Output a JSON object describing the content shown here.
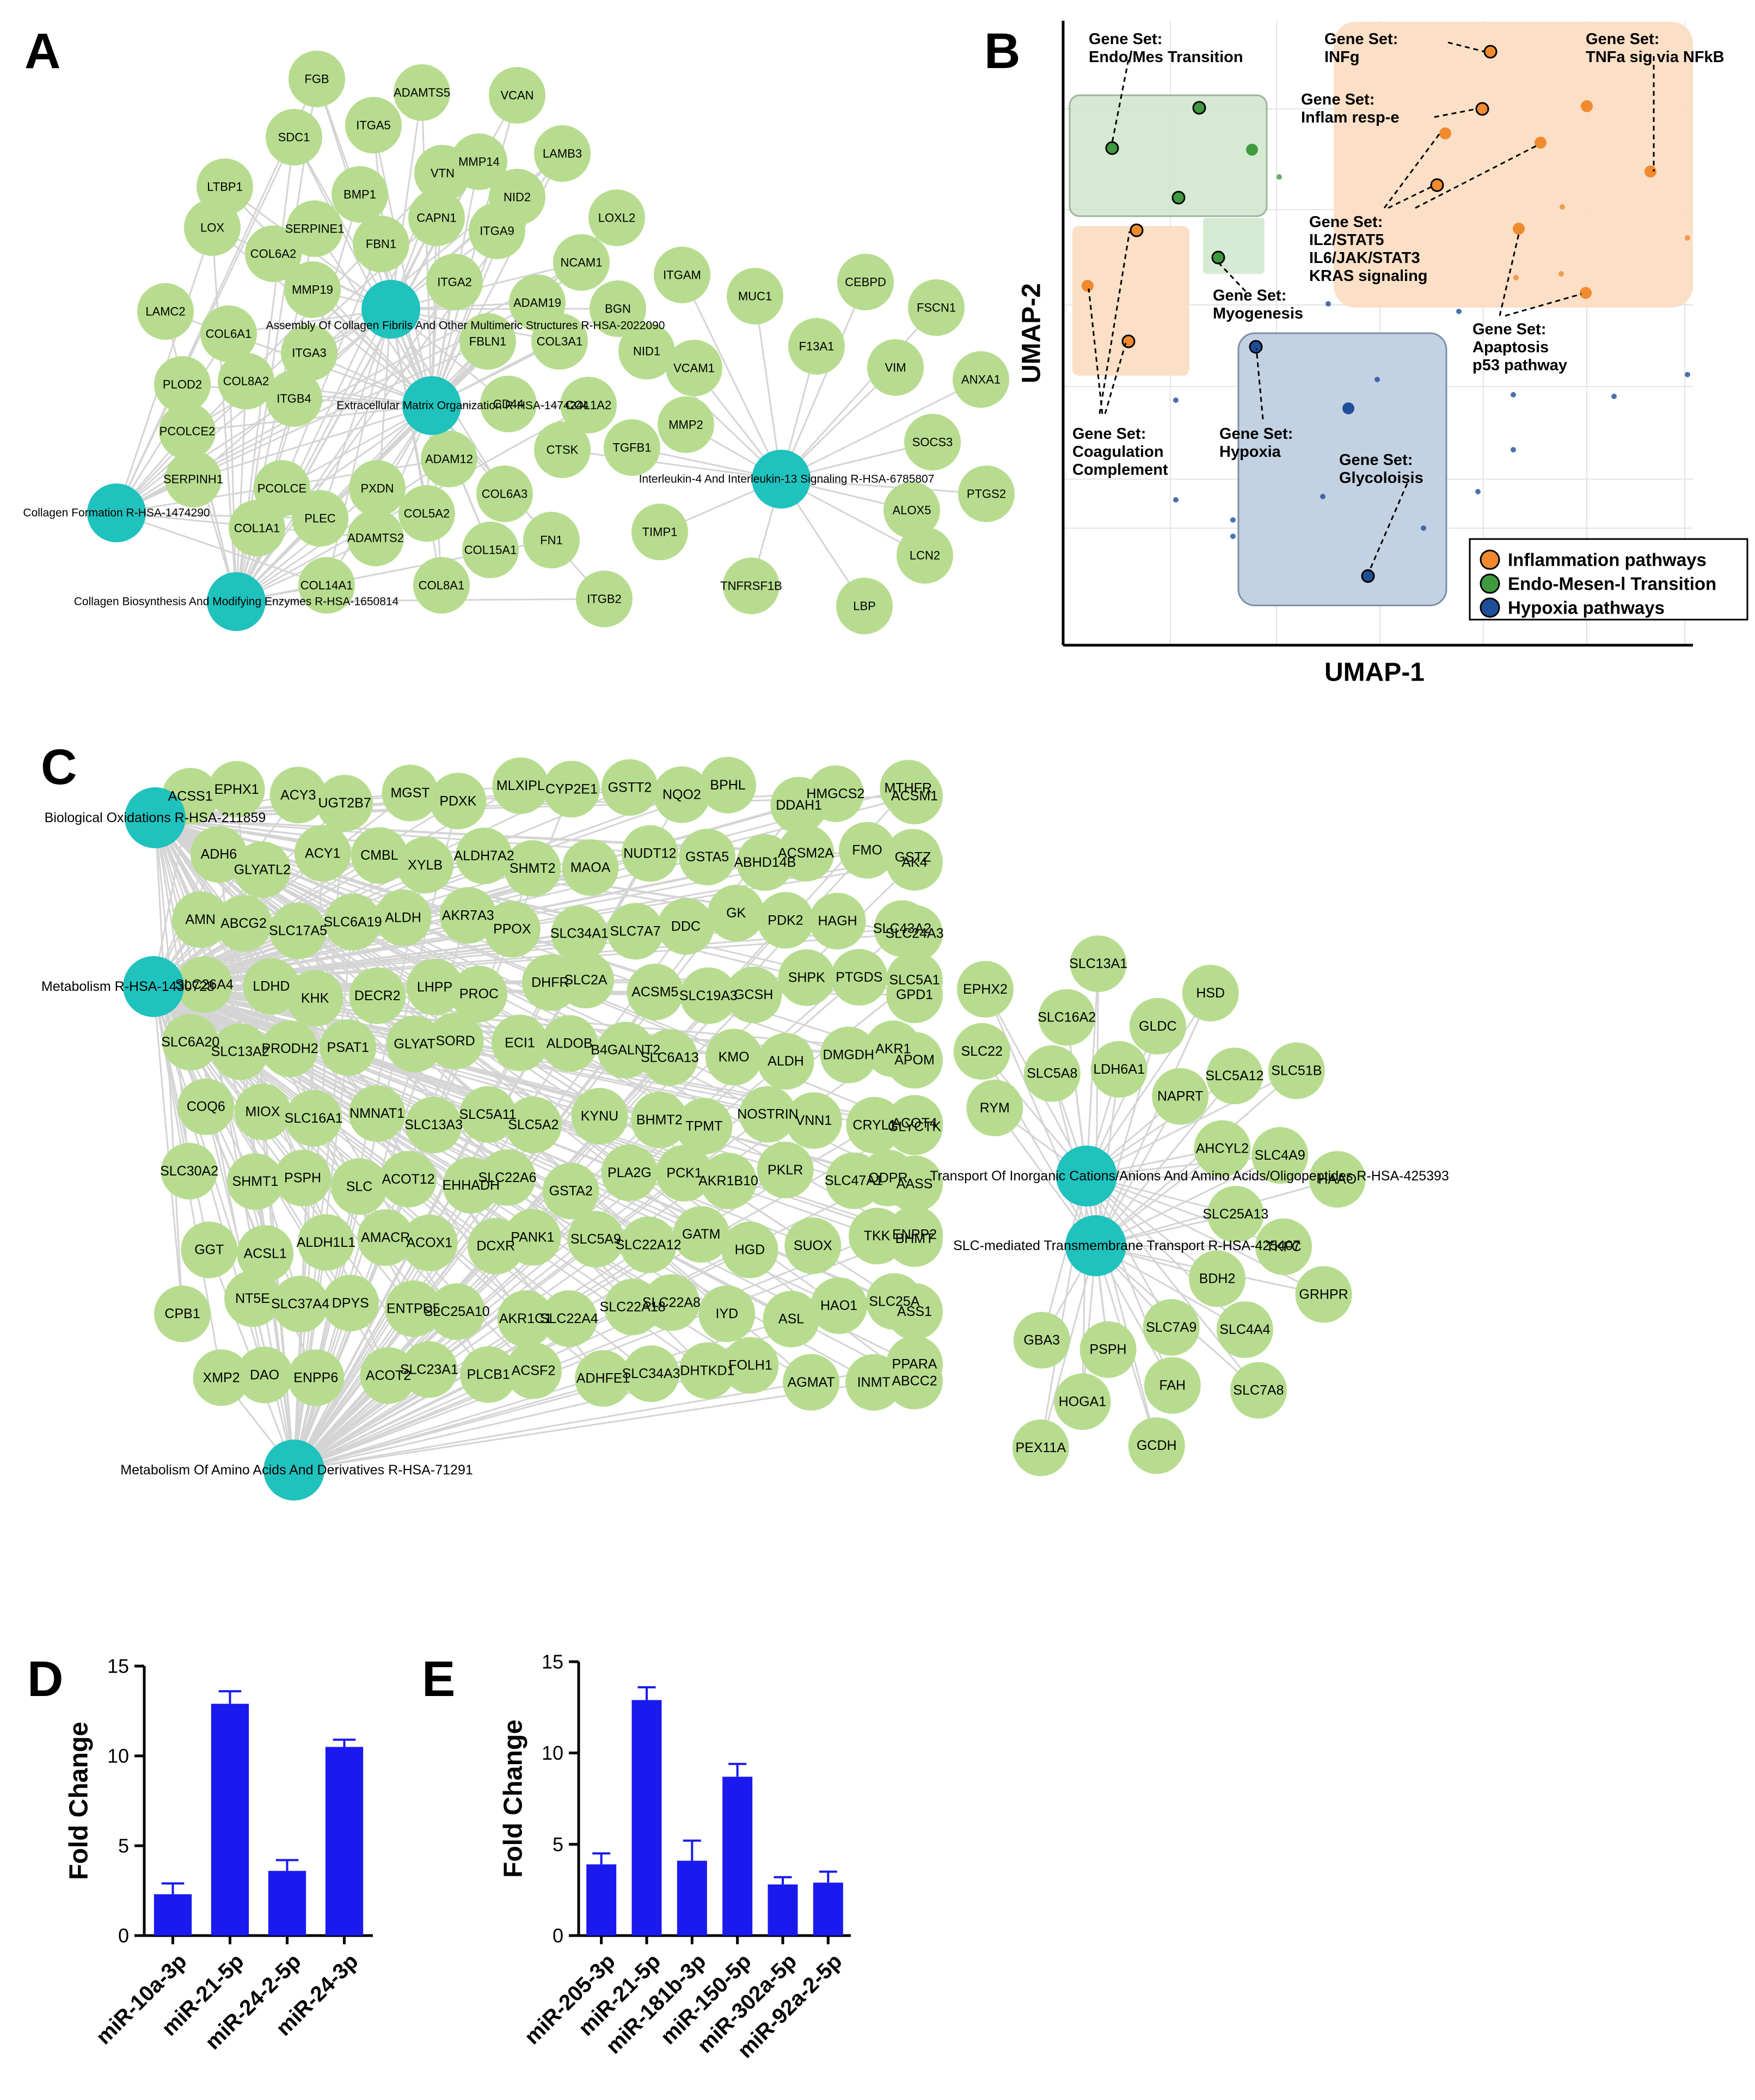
{
  "panel_labels": {
    "a": "A",
    "b": "B",
    "c": "C",
    "d": "D",
    "e": "E"
  },
  "colors": {
    "gene_node": "#b7dc8f",
    "pathway_node": "#1fc2bd",
    "edge": "#d4d4d4",
    "inflammation": "#f08a2f",
    "endo": "#3f9a3f",
    "hypoxia": "#1f4f99",
    "bar": "#1a1aee"
  },
  "network_a": {
    "hubs": [
      {
        "id": "h1",
        "label": "Assembly Of Collagen Fibrils And Other Multimeric Structures R-HSA-2022090"
      },
      {
        "id": "h2",
        "label": "Extracellular Matrix Organization R-HSA-1474244"
      },
      {
        "id": "h3",
        "label": "Collagen Formation R-HSA-1474290"
      },
      {
        "id": "h4",
        "label": "Collagen Biosynthesis And Modifying Enzymes R-HSA-1650814"
      },
      {
        "id": "h5",
        "label": "Interleukin-4 And Interleukin-13 Signaling R-HSA-6785807"
      }
    ],
    "genes": [
      "FGB",
      "ADAMTS5",
      "VCAN",
      "SDC1",
      "ITGA5",
      "MMP14",
      "LAMB3",
      "LTBP1",
      "BMP1",
      "VTN",
      "NID2",
      "SERPINE1",
      "CAPN1",
      "ITGA9",
      "LOXL2",
      "LOX",
      "COL6A2",
      "FBN1",
      "NCAM1",
      "MMP19",
      "ITGA2",
      "ADAM19",
      "BGN",
      "LAMC2",
      "COL6A1",
      "ITGA3",
      "COL8A2",
      "FBLN1",
      "COL3A1",
      "PLOD2",
      "ITGB4",
      "CD44",
      "COL1A2",
      "PCOLCE2",
      "SERPINH1",
      "PCOLCE",
      "ADAM12",
      "COL6A3",
      "PXDN",
      "PLEC",
      "COL5A2",
      "COL1A1",
      "ADAMTS2",
      "COL15A1",
      "FN1",
      "COL14A1",
      "COL8A1",
      "ITGB2",
      "ITGAM",
      "MUC1",
      "CEBPD",
      "FSCN1",
      "NID1",
      "VCAM1",
      "F13A1",
      "VIM",
      "ANXA1",
      "MMP2",
      "CTSK",
      "TGFB1",
      "SOCS3",
      "PTGS2",
      "TIMP1",
      "ALOX5",
      "LCN2",
      "TNFRSF1B",
      "LBP"
    ]
  },
  "umap": {
    "xlabel": "UMAP-1",
    "ylabel": "UMAP-2",
    "legend": [
      {
        "label": "Inflammation pathways",
        "color": "#f08a2f"
      },
      {
        "label": "Endo-Mesen-l Transition",
        "color": "#3f9a3f"
      },
      {
        "label": "Hypoxia pathways",
        "color": "#1f4f99"
      }
    ],
    "annotations": [
      [
        "Gene Set:",
        "Endo/Mes Transition"
      ],
      [
        "Gene Set:",
        "INFg"
      ],
      [
        "Gene Set:",
        "TNFa sig via NFkB"
      ],
      [
        "Gene Set:",
        "Inflam resp-e"
      ],
      [
        "Gene Set:",
        "IL2/STAT5",
        "IL6/JAK/STAT3",
        "KRAS signaling"
      ],
      [
        "Gene Set:",
        "Myogenesis"
      ],
      [
        "Gene Set:",
        "Apaptosis",
        "p53 pathway"
      ],
      [
        "Gene Set:",
        "Coagulation",
        "Complement"
      ],
      [
        "Gene Set:",
        "Hypoxia"
      ],
      [
        "Gene Set:",
        "Glycoloisis"
      ]
    ]
  },
  "network_c": {
    "hubs": [
      {
        "id": "c1",
        "label": "Biological Oxidations R-HSA-211859"
      },
      {
        "id": "c2",
        "label": "Metabolism R-HSA-1430728"
      },
      {
        "id": "c3",
        "label": "Metabolism Of Amino Acids And Derivatives R-HSA-71291"
      },
      {
        "id": "c4",
        "label": "Transport Of Inorganic Cations/Anions And Amino Acids/Oligopeptides R-HSA-425393"
      },
      {
        "id": "c5",
        "label": "SLC-mediated Transmembrane Transport R-HSA-425407"
      }
    ],
    "genes": [
      "ACSS1",
      "EPHX1",
      "ACY3",
      "UGT2B7",
      "MGST",
      "PDXK",
      "MLXIPL",
      "CYP2E1",
      "GSTT2",
      "NQO2",
      "BPHL",
      "DDAH1",
      "HMGCS2",
      "MTHFR",
      "ACSM1",
      "ADH6",
      "GLYATL2",
      "ACY1",
      "CMBL",
      "XYLB",
      "ALDH7A2",
      "SHMT2",
      "MAOA",
      "NUDT12",
      "GSTA5",
      "ABHD14B",
      "ACSM2A",
      "FMO",
      "GSTZ",
      "AK4",
      "AMN",
      "ABCG2",
      "SLC17A5",
      "SLC6A19",
      "ALDH",
      "AKR7A3",
      "PPOX",
      "SLC34A1",
      "SLC7A7",
      "DDC",
      "GK",
      "PDK2",
      "HAGH",
      "SLC43A2",
      "SLC24A3",
      "SLC26A4",
      "LDHD",
      "KHK",
      "DECR2",
      "LHPP",
      "PROC",
      "DHFR",
      "SLC2A",
      "ACSM5",
      "SLC19A3",
      "GCSH",
      "SHPK",
      "PTGDS",
      "GPD1",
      "SLC5A1",
      "SLC6A20",
      "SLC13A2",
      "PRODH2",
      "PSAT1",
      "GLYAT",
      "SORD",
      "ECI1",
      "ALDOB",
      "B4GALNT2",
      "SLC6A13",
      "KMO",
      "ALDH",
      "DMGDH",
      "AKR1",
      "APOM",
      "COQ6",
      "MIOX",
      "SLC16A1",
      "NMNAT1",
      "SLC13A3",
      "SLC5A11",
      "SLC5A2",
      "KYNU",
      "BHMT2",
      "TPMT",
      "NOSTRIN",
      "VNN1",
      "CRYL1",
      "GLYCTK",
      "ACOT4",
      "SLC30A2",
      "SHMT1",
      "PSPH",
      "SLC",
      "ACOT12",
      "EHHADH",
      "SLC22A6",
      "GSTA2",
      "PLA2G",
      "PCK1",
      "AKR1B10",
      "PKLR",
      "SLC47A1",
      "QDPR",
      "AASS",
      "GGT",
      "ACSL1",
      "ALDH1L1",
      "AMACR",
      "ACOX1",
      "DCXR",
      "PANK1",
      "SLC5A9",
      "SLC22A12",
      "GATM",
      "HGD",
      "SUOX",
      "TKK",
      "BHMT",
      "ENPP2",
      "CPB1",
      "NT5E",
      "SLC37A4",
      "DPYS",
      "ENTPD5",
      "SLC25A10",
      "AKR1C1",
      "SLC22A4",
      "SLC22A18",
      "SLC22A8",
      "IYD",
      "ASL",
      "HAO1",
      "SLC25A",
      "ASS1",
      "XMP2",
      "DAO",
      "ENPP6",
      "ACOT2",
      "SLC23A1",
      "PLCB1",
      "ACSF2",
      "ADHFE1",
      "SLC34A3",
      "DHTKD1",
      "FOLH1",
      "AGMAT",
      "INMT",
      "ABCC2",
      "PPARA",
      "RYM",
      "SLC22",
      "EPHX2",
      "SLC5A8",
      "SLC16A2",
      "SLC13A1",
      "LDH6A1",
      "GLDC",
      "HSD",
      "NAPRT",
      "SLC5A12",
      "SLC51B",
      "AHCYL2",
      "SLC4A9",
      "HAAO",
      "SLC25A13",
      "TKFC",
      "GRHPR",
      "BDH2",
      "SLC4A4",
      "SLC7A8",
      "SLC7A9",
      "FAH",
      "GCDH",
      "PSPH",
      "HOGA1",
      "PEX11A",
      "GBA3"
    ]
  },
  "chart_data": [
    {
      "panel": "D",
      "type": "bar",
      "categories": [
        "miR-10a-3p",
        "miR-21-5p",
        "miR-24-2-5p",
        "miR-24-3p"
      ],
      "values": [
        2.3,
        12.9,
        3.6,
        10.5
      ],
      "errors": [
        0.6,
        0.7,
        0.6,
        0.4
      ],
      "xlabel": "",
      "ylabel": "Fold Change",
      "ylim": [
        0,
        15
      ],
      "yticks": [
        0,
        5,
        10,
        15
      ]
    },
    {
      "panel": "E",
      "type": "bar",
      "categories": [
        "miR-205-3p",
        "miR-21-5p",
        "miR-181b-3p",
        "miR-150-5p",
        "miR-302a-5p",
        "miR-92a-2-5p"
      ],
      "values": [
        3.9,
        12.9,
        4.1,
        8.7,
        2.8,
        2.9
      ],
      "errors": [
        0.6,
        0.7,
        1.1,
        0.7,
        0.4,
        0.6
      ],
      "xlabel": "",
      "ylabel": "Fold Change",
      "ylim": [
        0,
        15
      ],
      "yticks": [
        0,
        5,
        10,
        15
      ]
    }
  ]
}
